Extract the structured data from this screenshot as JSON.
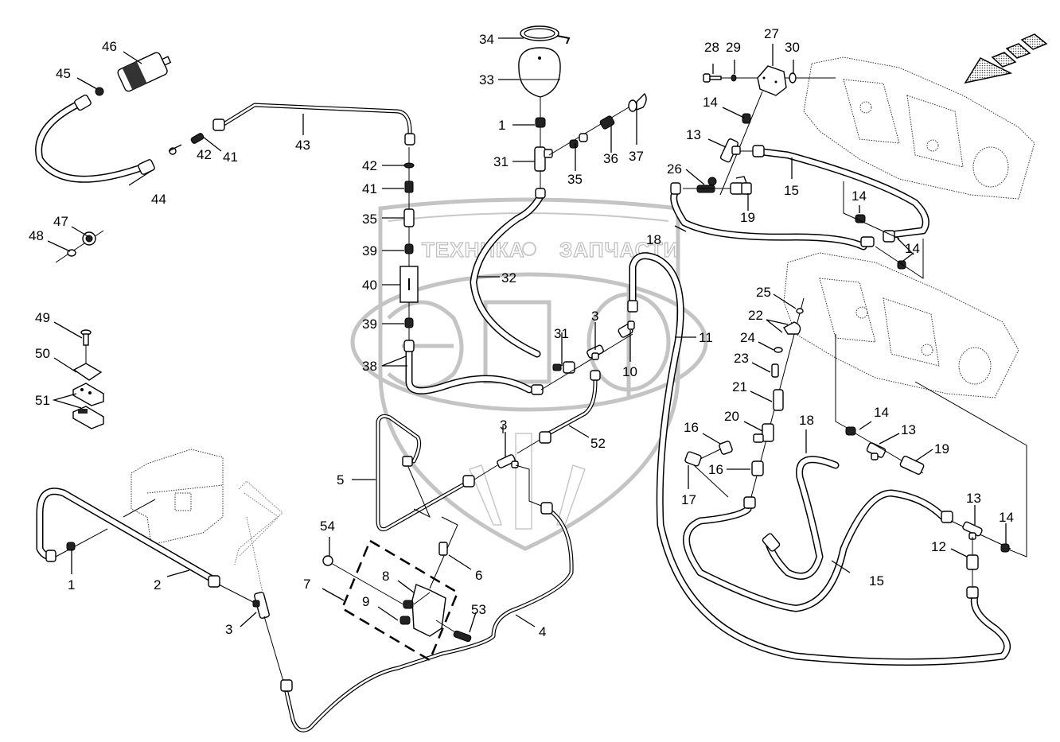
{
  "diagram": {
    "title": "Hydraulic lines exploded parts diagram",
    "watermark": {
      "text_left": "ТЕХНИКА",
      "text_right": "ЗАПЧАСТИ",
      "logo_letters": "ЭПФ",
      "color": "#c4c4c4"
    },
    "direction_arrow": {
      "icon": "direction-arrow-icon",
      "pointing": "down-left"
    },
    "callouts": {
      "c1a": "1",
      "c1b": "1",
      "c2": "2",
      "c3a": "3",
      "c3b": "3",
      "c3c": "3",
      "c4": "4",
      "c5": "5",
      "c6": "6",
      "c7": "7",
      "c8": "8",
      "c9": "9",
      "c10": "10",
      "c11": "11",
      "c12": "12",
      "c13a": "13",
      "c13b": "13",
      "c13c": "13",
      "c14a": "14",
      "c14b": "14",
      "c14c": "14",
      "c14d": "14",
      "c14e": "14",
      "c15a": "15",
      "c15b": "15",
      "c16a": "16",
      "c16b": "16",
      "c17": "17",
      "c18a": "18",
      "c18b": "18",
      "c19a": "19",
      "c19b": "19",
      "c20": "20",
      "c21": "21",
      "c22": "22",
      "c23": "23",
      "c24": "24",
      "c25": "25",
      "c26": "26",
      "c27": "27",
      "c28": "28",
      "c29": "29",
      "c30": "30",
      "c31a": "31",
      "c31b": "31",
      "c32": "32",
      "c33": "33",
      "c34": "34",
      "c35a": "35",
      "c35b": "35",
      "c36": "36",
      "c37": "37",
      "c38": "38",
      "c39a": "39",
      "c39b": "39",
      "c40": "40",
      "c41a": "41",
      "c41b": "41",
      "c42a": "42",
      "c42b": "42",
      "c43": "43",
      "c44": "44",
      "c45": "45",
      "c46": "46",
      "c47": "47",
      "c48": "48",
      "c49": "49",
      "c50": "50",
      "c51": "51",
      "c52": "52",
      "c53": "53",
      "c54": "54"
    }
  }
}
